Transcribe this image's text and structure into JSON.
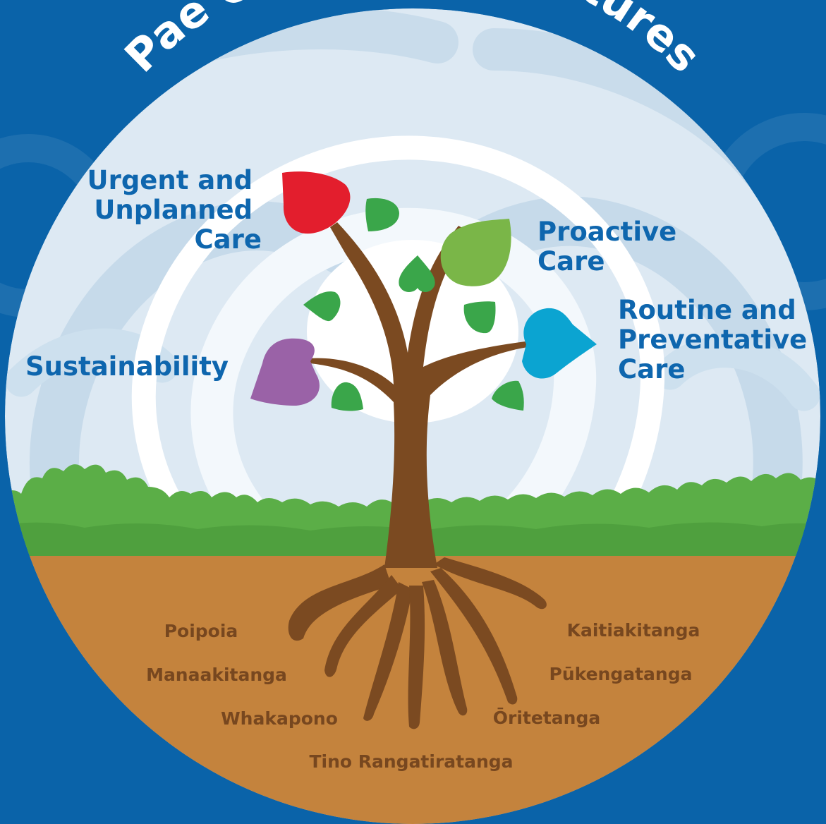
{
  "title": "Pae Ora Healthy Futures",
  "pillars": {
    "urgent": [
      "Urgent and",
      "Unplanned",
      "Care"
    ],
    "proactive": [
      "Proactive",
      "Care"
    ],
    "routine": [
      "Routine and",
      "Preventative",
      "Care"
    ],
    "sustainability": [
      "Sustainability"
    ]
  },
  "values": {
    "left": [
      "Poipoia",
      "Manaakitanga",
      "Whakapono"
    ],
    "right": [
      "Kaitiakitanga",
      "Pūkengatanga",
      "Ōritetanga"
    ],
    "bottom": "Tino Rangatiratanga"
  },
  "colors": {
    "background": "#0A63A9",
    "sky": "#DDE9F3",
    "grass": "#5BAE47",
    "soil": "#C4833D",
    "trunk": "#7B4A21",
    "leaf_urgent": "#E31E2D",
    "leaf_proactive": "#7AB648",
    "leaf_routine": "#0BA4D1",
    "leaf_sustainability": "#9A62A7",
    "leaf_small": "#3AA64A"
  }
}
